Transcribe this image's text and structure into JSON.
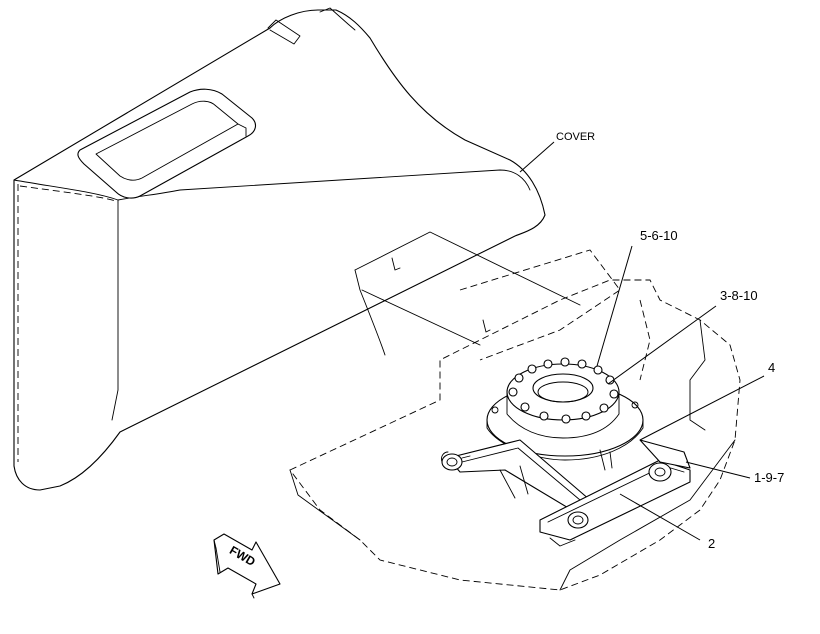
{
  "callouts": {
    "cover": "COVER",
    "c1": "5-6-10",
    "c2": "3-8-10",
    "c3": "4",
    "c4": "1-9-7",
    "c5": "2"
  },
  "fwd_arrow": {
    "label": "FWD",
    "icon": "forward-arrow-icon"
  },
  "colors": {
    "line": "#000000",
    "background": "#ffffff"
  }
}
